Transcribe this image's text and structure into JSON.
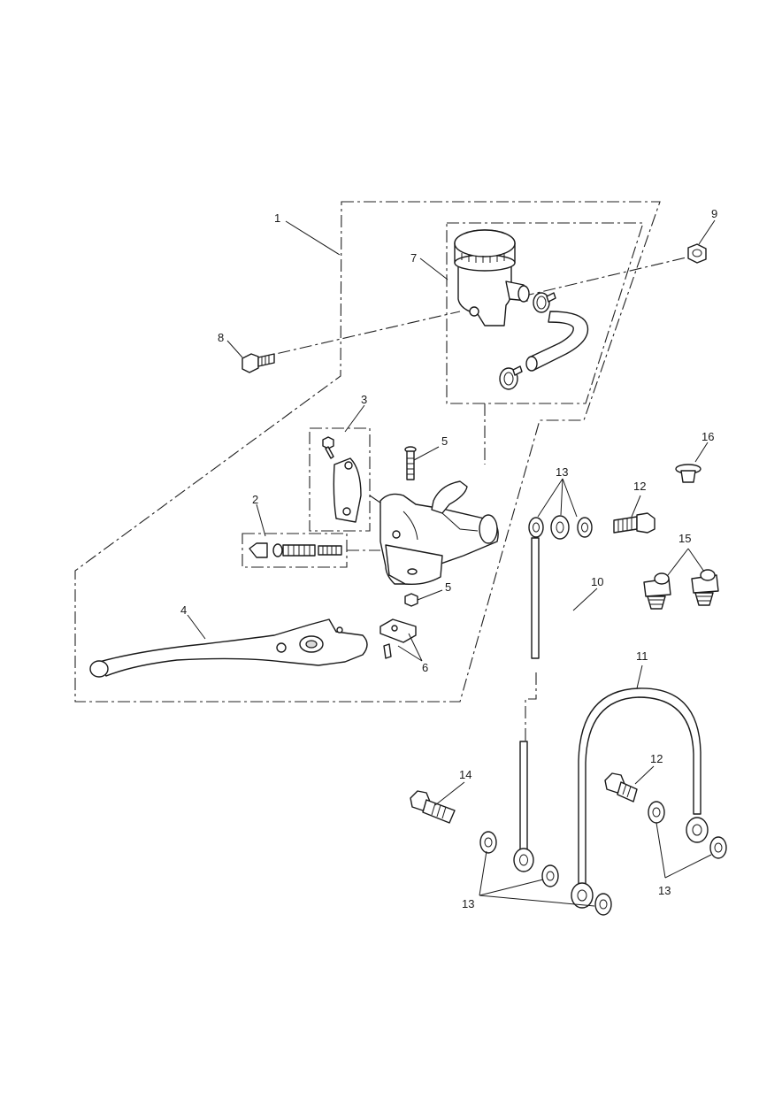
{
  "diagram": {
    "callouts": {
      "c1": "1",
      "c2": "2",
      "c3": "3",
      "c4": "4",
      "c5a": "5",
      "c5b": "5",
      "c6": "6",
      "c7": "7",
      "c8": "8",
      "c9": "9",
      "c10": "10",
      "c11": "11",
      "c12a": "12",
      "c12b": "12",
      "c13a": "13",
      "c13b": "13",
      "c13c": "13",
      "c14": "14",
      "c15": "15",
      "c16": "16"
    },
    "colors": {
      "line": "#1a1a1a",
      "background": "#ffffff",
      "shading": "#d9d9d9"
    }
  }
}
